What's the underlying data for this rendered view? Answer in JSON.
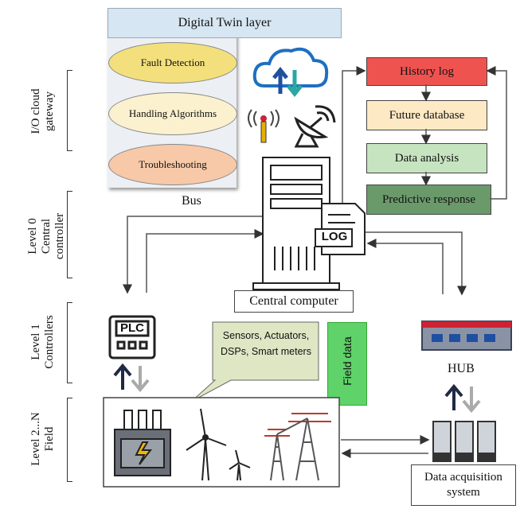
{
  "digital_twin": {
    "title": "Digital Twin layer",
    "items": [
      "Fault Detection",
      "Handling Algorithms",
      "Troubleshooting"
    ]
  },
  "levels": [
    {
      "line1": "I/O cloud",
      "line2": "gateway"
    },
    {
      "line1": "Level 0",
      "line2": "Central",
      "line3": "controller"
    },
    {
      "line1": "Level 1",
      "line2": "Controllers"
    },
    {
      "line1": "Level 2...N",
      "line2": "Field"
    }
  ],
  "flow": [
    "History log",
    "Future database",
    "Data analysis",
    "Predictive response"
  ],
  "labels": {
    "bus": "Bus",
    "central_computer": "Central computer",
    "hub": "HUB",
    "daq": "Data acquisition system",
    "field_data": "Field data",
    "sensors_callout": "Sensors, Actuators, DSPs, Smart meters",
    "plc": "PLC",
    "log": "LOG"
  },
  "colors": {
    "dt_header": "#d6e6f2",
    "fault": "#f3e07c",
    "handling": "#fbf1cf",
    "trouble": "#f7c9a8",
    "history": "#ef5350",
    "future": "#fde9c4",
    "analysis": "#c7e4c0",
    "predictive": "#6b9a6a",
    "field_data": "#5fd26a",
    "callout": "#dfe6c4"
  }
}
